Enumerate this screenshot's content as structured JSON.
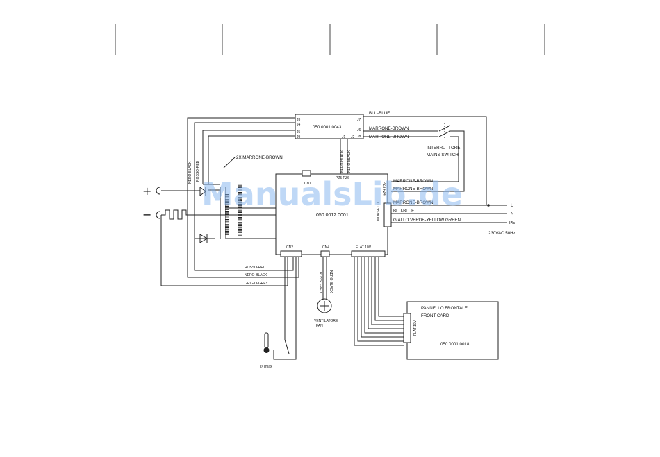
{
  "board_top": {
    "part_number": "050.0001.0043",
    "pin_j3": "J3",
    "pin_j4": "J4",
    "pin_j5": "J5",
    "pin_j6": "J6",
    "pin_j7": "J7",
    "pin_j8": "J8",
    "pin_j9": "J9",
    "pin_j1": "J1",
    "pin_j2": "J2"
  },
  "board_main": {
    "part_number": "050.0012.0001",
    "cn1": "CN1",
    "pz5_pz6": "PZ5 PZ6",
    "pz3_pz4": "PZ3 PZ4",
    "morsetti": "MORSETTI",
    "cn2": "CN2",
    "cn4": "CN4",
    "flat": "FLAT 10V"
  },
  "front_panel": {
    "title_it": "PANNELLO FRONTALE",
    "title_en": "FRONT CARD",
    "part_number": "050.0001.0018",
    "flat": "FLAT 10V"
  },
  "wires": {
    "blu_top": "BLU-BLUE",
    "marrone_1": "MARRONE-BROWN",
    "marrone_2": "MARRONE-BROWN",
    "nero_1": "NERO-BLACK",
    "nero_2": "NERO-BLACK",
    "nero_left": "NERO-BLACK",
    "rosso_left": "ROSSO-RED",
    "two_brown": "2X MARRONE-BROWN",
    "pz_brown_1": "MARRONE-BROWN",
    "pz_brown_2": "MARRONE-BROWN",
    "term_brown": "MARRONE-BROWN",
    "term_blue": "BLU-BLUE",
    "term_green": "GIALLO VERDE-YELLOW GREEN",
    "cn2_red": "ROSSO-RED",
    "cn2_black": "NERO-BLACK",
    "cn2_grey": "GRIGIO-GREY",
    "fan_red": "ROSSO-RED",
    "fan_black": "NERO-BLACK"
  },
  "switch": {
    "line1": "INTERRUTTORE",
    "line2": "MAINS SWITCH"
  },
  "mains": {
    "l": "L",
    "n": "N",
    "pe": "PE",
    "spec": "230VAC 50Hz"
  },
  "fan": {
    "line1": "VENTILATORE",
    "line2": "FAN"
  },
  "thermostat": {
    "label": "T>Tmax"
  },
  "terminals": {
    "plus": "+",
    "minus": "−"
  },
  "watermark": "ManualsLib.de"
}
